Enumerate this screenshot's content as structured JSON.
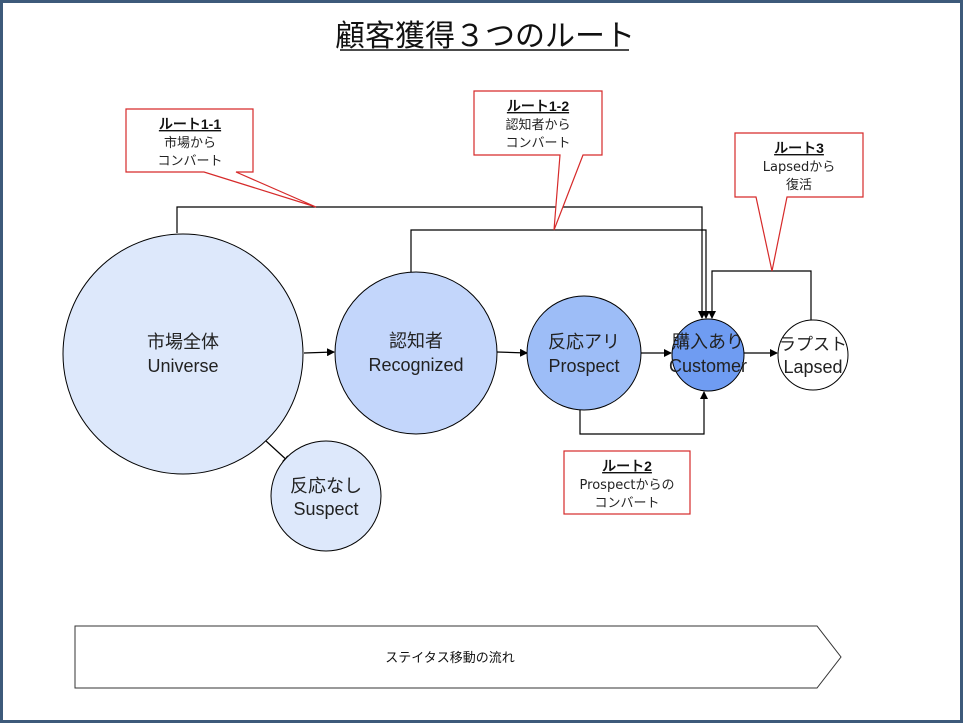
{
  "title": "顧客獲得３つのルート",
  "nodes": {
    "universe": {
      "line1": "市場全体",
      "line2": "Universe",
      "fill": "#dde8fb"
    },
    "recognized": {
      "line1": "認知者",
      "line2": "Recognized",
      "fill": "#c3d6fb"
    },
    "prospect": {
      "line1": "反応アリ",
      "line2": "Prospect",
      "fill": "#9dbdf7"
    },
    "customer": {
      "line1": "購入あり",
      "line2": "Customer",
      "fill": "#6f9cf2"
    },
    "lapsed": {
      "line1": "ラプスト",
      "line2": "Lapsed",
      "fill": "#ffffff"
    },
    "suspect": {
      "line1": "反応なし",
      "line2": "Suspect",
      "fill": "#dde8fb"
    }
  },
  "callouts": {
    "route11": {
      "head": "ルート1-1",
      "line1": "市場から",
      "line2": "コンバート"
    },
    "route12": {
      "head": "ルート1-2",
      "line1": "認知者から",
      "line2": "コンバート"
    },
    "route3": {
      "head": "ルート3",
      "line1": "Lapsedから",
      "line2": "復活"
    },
    "route2": {
      "head": "ルート2",
      "line1": "Prospectからの",
      "line2": "コンバート"
    }
  },
  "flow_arrow": {
    "label": "ステイタス移動の流れ"
  },
  "colors": {
    "callout_border": "#d62a2a",
    "frame": "#3d5a7a",
    "line": "#000000"
  }
}
